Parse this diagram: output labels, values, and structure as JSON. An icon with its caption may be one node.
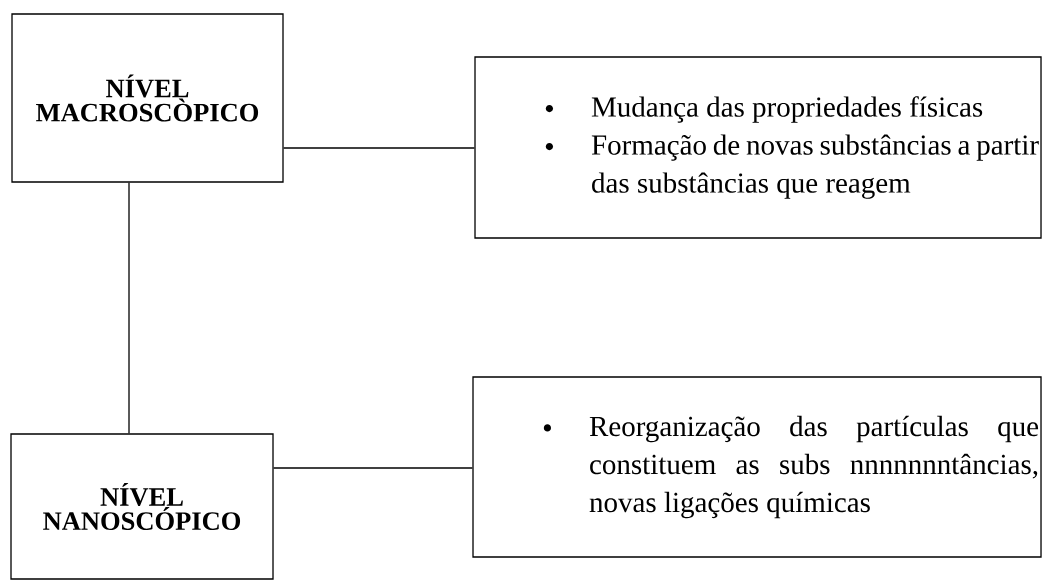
{
  "diagram": {
    "nodes": [
      {
        "text": [
          "NÍVEL MACROSCÒPICO"
        ]
      },
      {
        "text": [
          "Mudança das propriedades físicas",
          "Formação de novas substâncias a partir das substâncias que reagem"
        ]
      },
      {
        "text": [
          "NÍVEL NANOSCÓPICO"
        ]
      },
      {
        "text": [
          "Reorganização das partículas que constituem as subs nnnnnnntâncias, novas ligações químicas"
        ]
      }
    ],
    "edges": [
      {
        "from": 0,
        "to": 1,
        "arrow": "none"
      },
      {
        "from": 0,
        "to": 2,
        "arrow": "none"
      },
      {
        "from": 2,
        "to": 3,
        "arrow": "none"
      }
    ]
  }
}
